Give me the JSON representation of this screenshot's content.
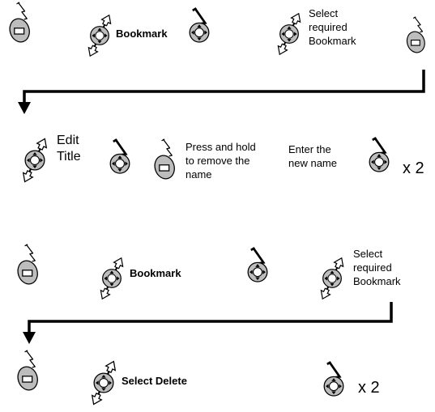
{
  "section1": {
    "step2_label": "Bookmark",
    "step4_label": "Select\nrequired\nBookmark",
    "step5_label": "Edit\nTitle",
    "step7_label": "Press and hold\nto remove the\nname",
    "step8_label": "Enter the\nnew name",
    "step9_repeat": "x 2"
  },
  "section2": {
    "step2_label": "Bookmark",
    "step4_label": "Select\nrequired\nBookmark",
    "step6_label": "Select Delete",
    "step7_repeat": "x 2"
  },
  "colors": {
    "key_fill": "#bdbdbd",
    "outline": "#000000",
    "flow_line": "#000000"
  }
}
